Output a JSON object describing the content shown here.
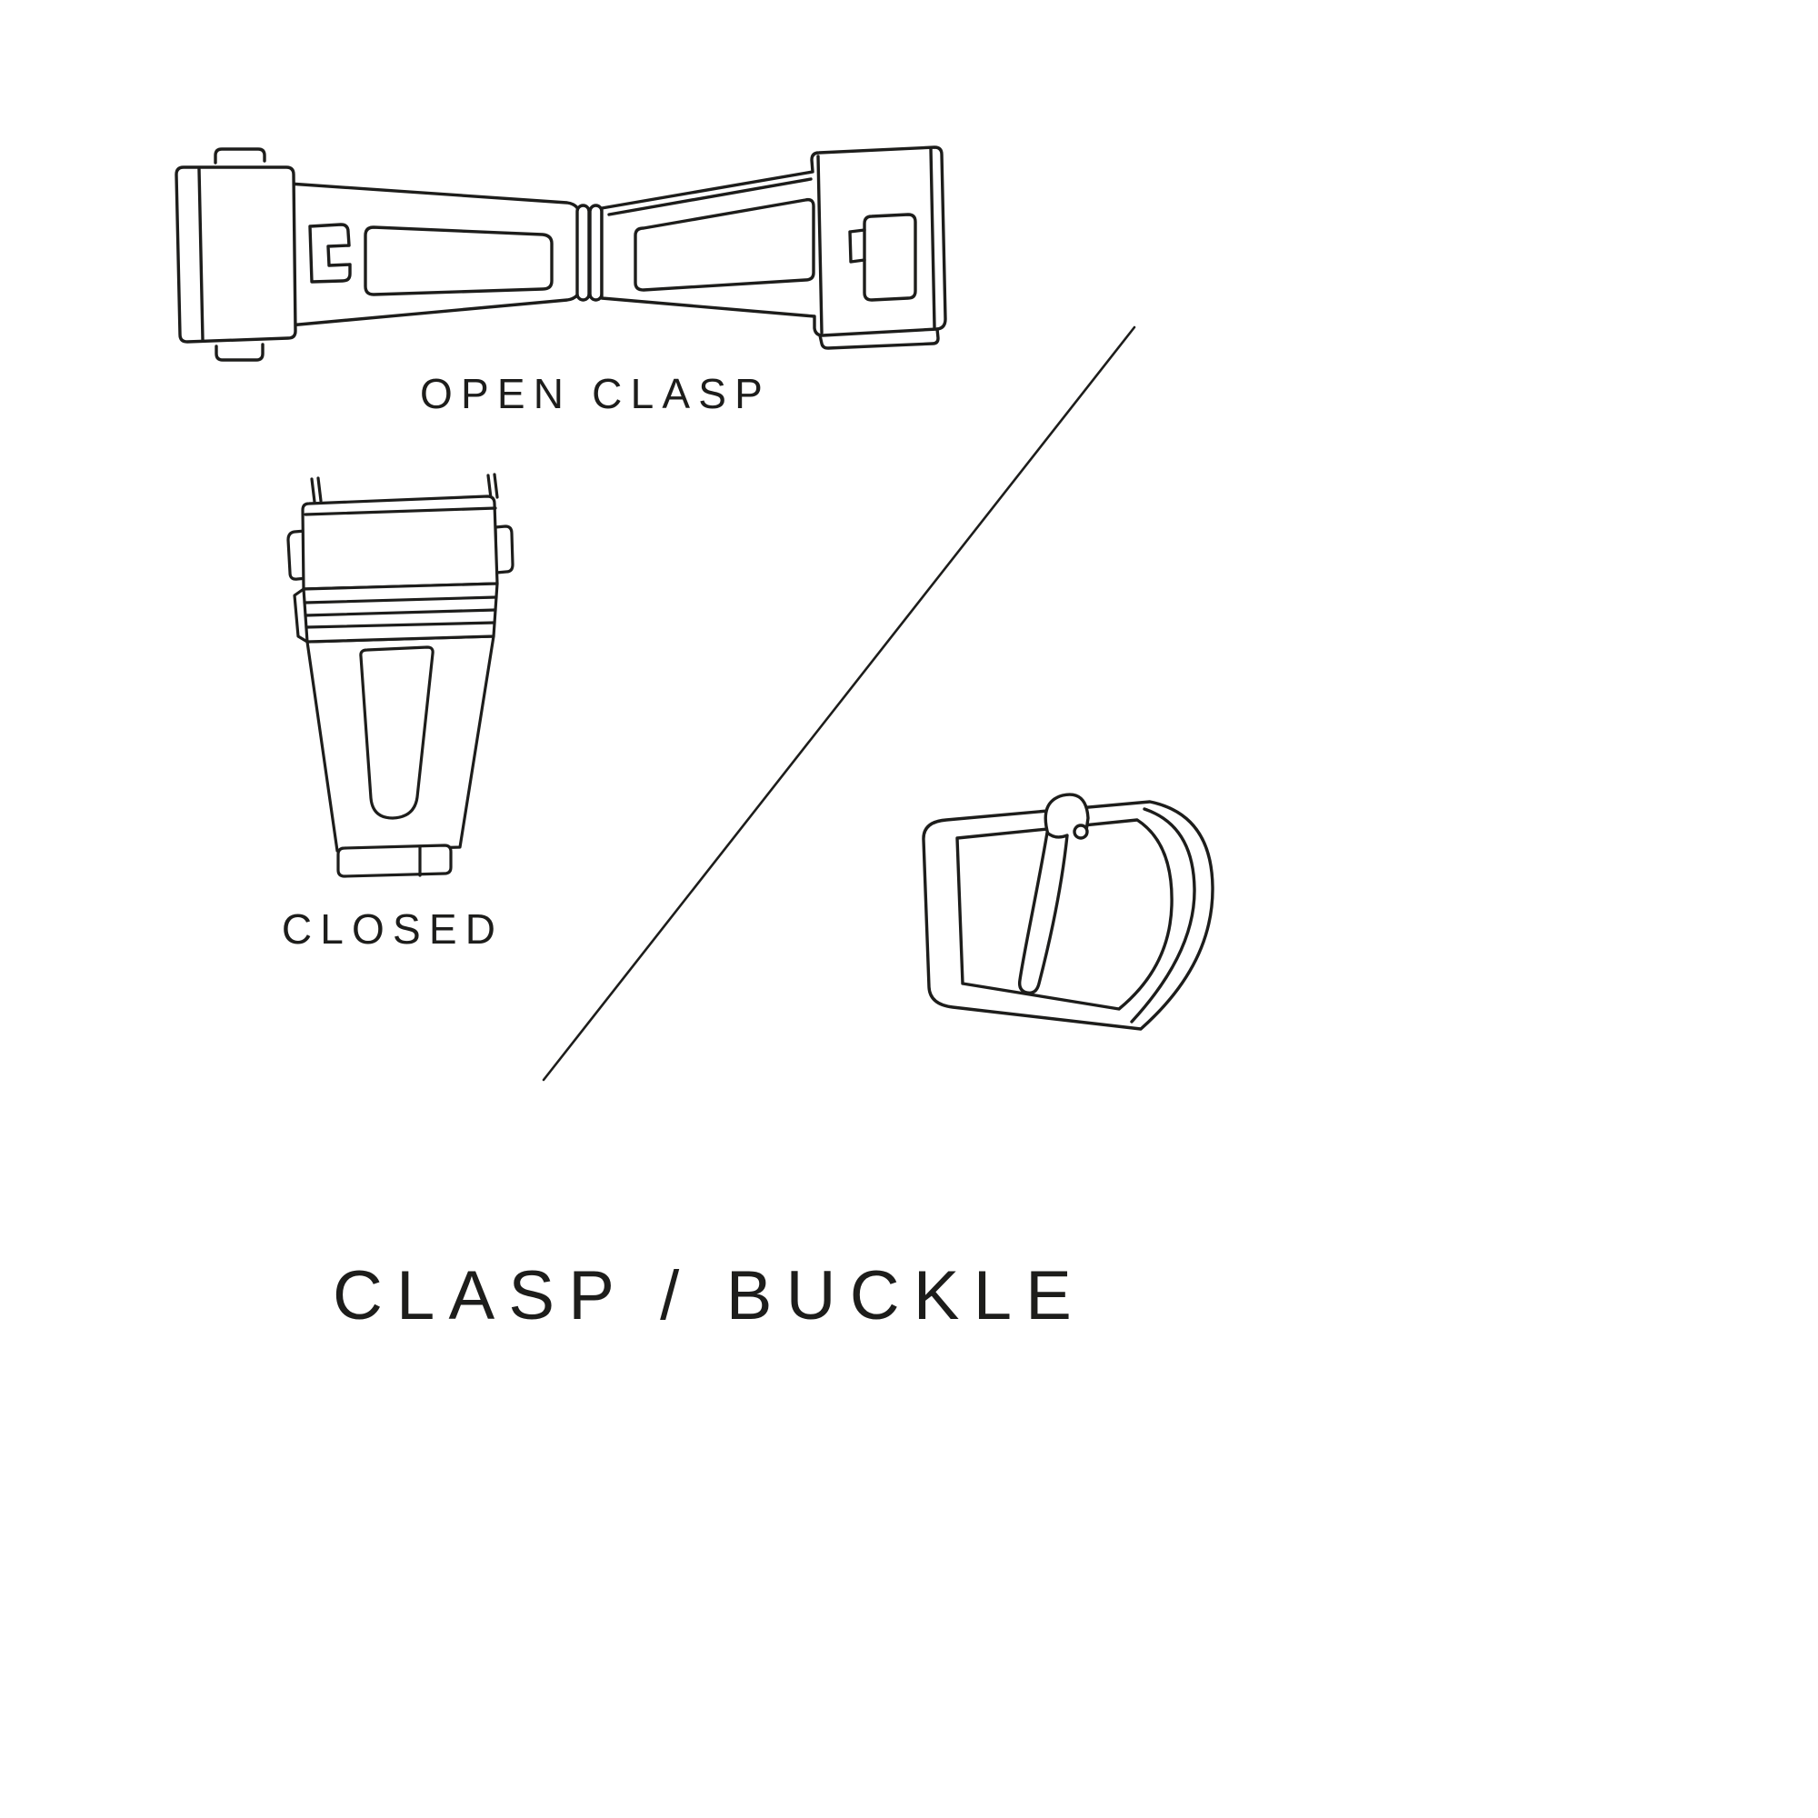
{
  "diagram": {
    "title": "CLASP / BUCKLE",
    "labels": {
      "open_clasp": "OPEN CLASP",
      "closed": "CLOSED"
    },
    "colors": {
      "line": "#1d1d1b",
      "background": "#ffffff"
    },
    "illustrations": [
      "open-clasp-illustration",
      "closed-clasp-illustration",
      "pin-buckle-illustration"
    ]
  }
}
